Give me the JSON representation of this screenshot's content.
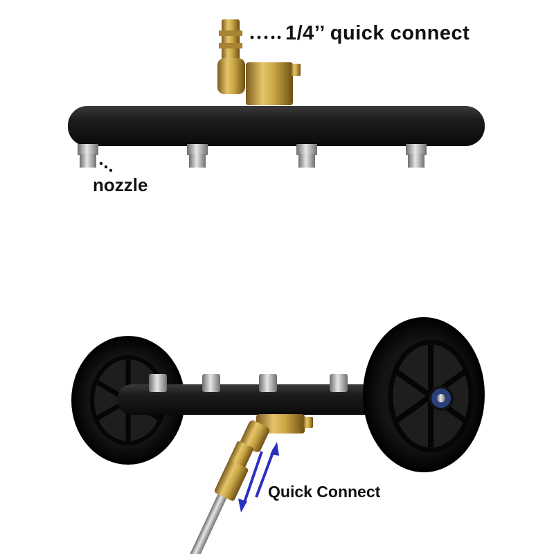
{
  "labels": {
    "top_quick_connect": "1/4’’ quick connect",
    "nozzle": "nozzle",
    "bottom_quick_connect": "Quick Connect"
  },
  "colors": {
    "pipe": "#1a1a1a",
    "brass": "#c9a544",
    "steel": "#b8b8b8",
    "arrow": "#2a2fbf"
  }
}
